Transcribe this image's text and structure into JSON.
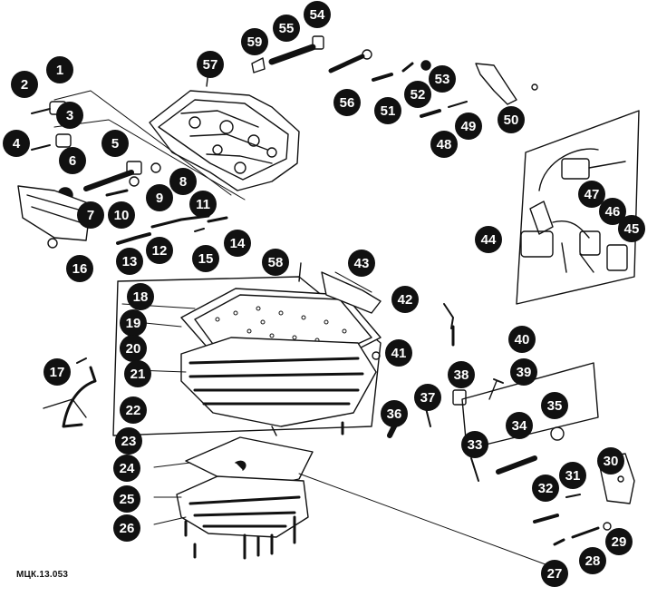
{
  "figure": {
    "caption": "МЦК.13.053",
    "colors": {
      "ink": "#111111",
      "paper": "#ffffff",
      "callout_text": "#ffffff"
    }
  },
  "callouts": [
    "1",
    "2",
    "3",
    "4",
    "5",
    "6",
    "7",
    "8",
    "9",
    "10",
    "11",
    "12",
    "13",
    "14",
    "15",
    "16",
    "17",
    "18",
    "19",
    "20",
    "21",
    "22",
    "23",
    "24",
    "25",
    "26",
    "27",
    "28",
    "29",
    "30",
    "31",
    "32",
    "33",
    "34",
    "35",
    "36",
    "37",
    "38",
    "39",
    "40",
    "41",
    "42",
    "43",
    "44",
    "45",
    "46",
    "47",
    "48",
    "49",
    "50",
    "51",
    "52",
    "53",
    "54",
    "55",
    "56",
    "57",
    "58",
    "59"
  ],
  "parts": [
    "upper-valve-body-57",
    "main-valve-body-21",
    "separator-plate-18",
    "lower-valve-body-26",
    "separator-plate-24",
    "solenoid-harness-assembly-44",
    "manual-valve-bracket-16",
    "detent-bracket-50",
    "oil-tube-17",
    "valve-group-54-59",
    "valve-group-51-53",
    "valve-group-27-35"
  ]
}
